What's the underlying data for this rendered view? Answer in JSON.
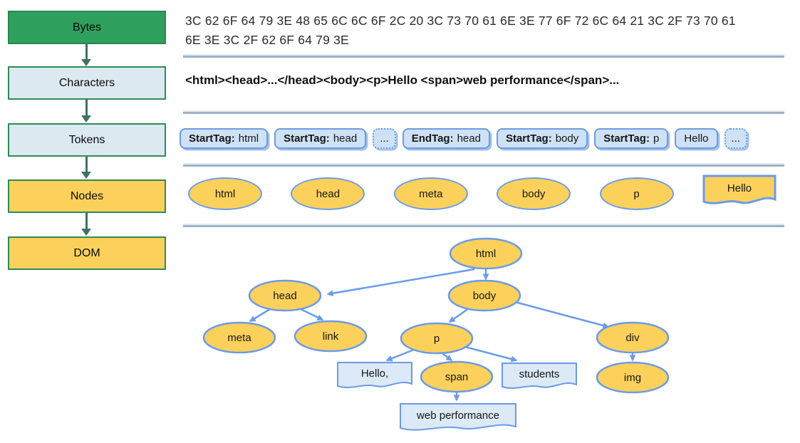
{
  "colors": {
    "stage_green": "#2FA05D",
    "stage_light_blue": "#DCE9F1",
    "stage_yellow": "#FCD15B",
    "stage_border_green": "#2E8B57",
    "node_border_blue": "#6B9BE8",
    "token_fill_blue": "#CFE2F5",
    "text_node_fill_blue": "#DCE9F6",
    "flow_arrow_green": "#3E7165",
    "divider_gray": "#9DB3C8"
  },
  "pipeline": {
    "stages": [
      {
        "label": "Bytes"
      },
      {
        "label": "Characters"
      },
      {
        "label": "Tokens"
      },
      {
        "label": "Nodes"
      },
      {
        "label": "DOM"
      }
    ]
  },
  "bytes_row": {
    "line1": "3C 62 6F 64 79 3E 48 65 6C 6C 6F 2C 20 3C 73 70 61 6E 3E 77 6F 72 6C 64 21 3C 2F 73 70 61",
    "line2": "6E 3E 3C 2F 62 6F 64 79 3E"
  },
  "characters_row": {
    "text": "<html><head>...</head><body><p>Hello <span>web performance</span>..."
  },
  "tokens_row": {
    "tokens": [
      {
        "type": "StartTag:",
        "value": "html",
        "border": "solid"
      },
      {
        "type": "StartTag:",
        "value": "head",
        "border": "solid"
      },
      {
        "type": "",
        "value": "...",
        "border": "dotted"
      },
      {
        "type": "EndTag:",
        "value": "head",
        "border": "solid"
      },
      {
        "type": "StartTag:",
        "value": "body",
        "border": "solid"
      },
      {
        "type": "StartTag:",
        "value": "p",
        "border": "solid"
      },
      {
        "type": "",
        "value": "Hello",
        "border": "solid"
      },
      {
        "type": "",
        "value": "...",
        "border": "dotted"
      }
    ]
  },
  "nodes_row": {
    "nodes": [
      {
        "label": "html",
        "shape": "ellipse"
      },
      {
        "label": "head",
        "shape": "ellipse"
      },
      {
        "label": "meta",
        "shape": "ellipse"
      },
      {
        "label": "body",
        "shape": "ellipse"
      },
      {
        "label": "p",
        "shape": "ellipse"
      },
      {
        "label": "Hello",
        "shape": "document"
      }
    ]
  },
  "dom_tree": {
    "nodes": [
      {
        "id": "html",
        "label": "html",
        "kind": "element"
      },
      {
        "id": "head",
        "label": "head",
        "kind": "element"
      },
      {
        "id": "body",
        "label": "body",
        "kind": "element"
      },
      {
        "id": "meta",
        "label": "meta",
        "kind": "element"
      },
      {
        "id": "link",
        "label": "link",
        "kind": "element"
      },
      {
        "id": "p",
        "label": "p",
        "kind": "element"
      },
      {
        "id": "div",
        "label": "div",
        "kind": "element"
      },
      {
        "id": "hello",
        "label": "Hello,",
        "kind": "text"
      },
      {
        "id": "span",
        "label": "span",
        "kind": "element"
      },
      {
        "id": "students",
        "label": "students",
        "kind": "text"
      },
      {
        "id": "img",
        "label": "img",
        "kind": "element"
      },
      {
        "id": "webperf",
        "label": "web performance",
        "kind": "text"
      }
    ],
    "edges": [
      [
        "html",
        "head"
      ],
      [
        "html",
        "body"
      ],
      [
        "head",
        "meta"
      ],
      [
        "head",
        "link"
      ],
      [
        "body",
        "p"
      ],
      [
        "body",
        "div"
      ],
      [
        "p",
        "hello"
      ],
      [
        "p",
        "span"
      ],
      [
        "p",
        "students"
      ],
      [
        "span",
        "webperf"
      ],
      [
        "div",
        "img"
      ]
    ]
  }
}
